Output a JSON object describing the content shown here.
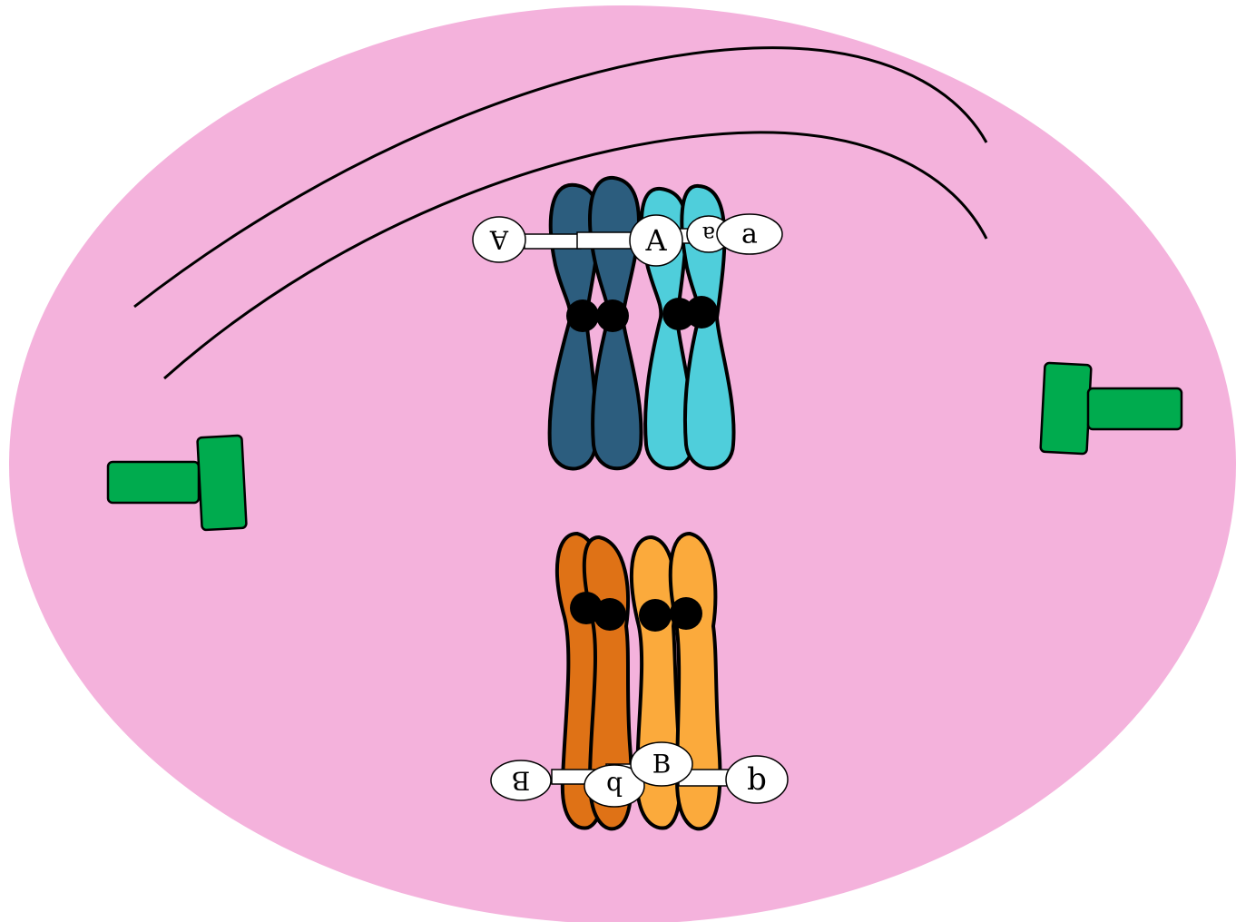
{
  "cell": {
    "color": "#f4b2dc"
  },
  "spindle": {
    "color": "#000000"
  },
  "centrosomes": {
    "color": "#00ab4e"
  },
  "pair_a": {
    "colors": {
      "dark": "#2c5d7e",
      "light": "#4fcedb"
    },
    "alleles": [
      "A",
      "A",
      "a",
      "a"
    ]
  },
  "pair_b": {
    "colors": {
      "dark": "#df7216",
      "light": "#fbaa3c"
    },
    "alleles": [
      "B",
      "b",
      "B",
      "b"
    ]
  }
}
